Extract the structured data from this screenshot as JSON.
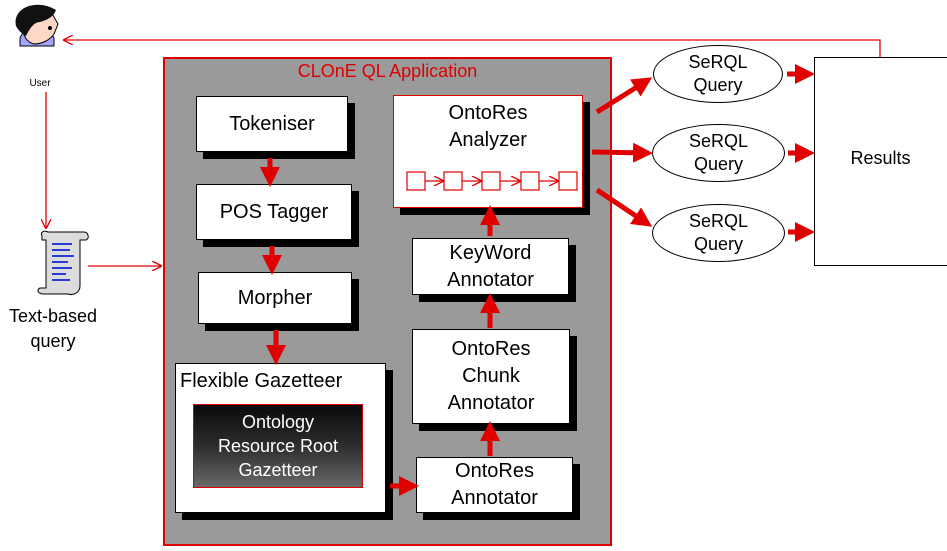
{
  "user": {
    "label": "User"
  },
  "query": {
    "label_line1": "Text-based",
    "label_line2": "query"
  },
  "app": {
    "title": "CLOnE QL Application"
  },
  "modules": {
    "tokeniser": "Tokeniser",
    "pos_tagger": "POS Tagger",
    "morpher": "Morpher",
    "flexible_gazetteer": "Flexible Gazetteer",
    "ontology_gazetteer": [
      "Ontology",
      "Resource Root",
      "Gazetteer"
    ],
    "ontores_annotator": [
      "OntoRes",
      "Annotator"
    ],
    "chunk_annotator": [
      "OntoRes",
      "Chunk",
      "Annotator"
    ],
    "keyword_annotator": [
      "KeyWord",
      "Annotator"
    ],
    "analyzer": [
      "OntoRes",
      "Analyzer"
    ]
  },
  "queries": [
    {
      "line1": "SeRQL",
      "line2": "Query"
    },
    {
      "line1": "SeRQL",
      "line2": "Query"
    },
    {
      "line1": "SeRQL",
      "line2": "Query"
    }
  ],
  "results": {
    "label": "Results"
  },
  "colors": {
    "accent": "#e00000",
    "frame": "#9a9a9a"
  }
}
